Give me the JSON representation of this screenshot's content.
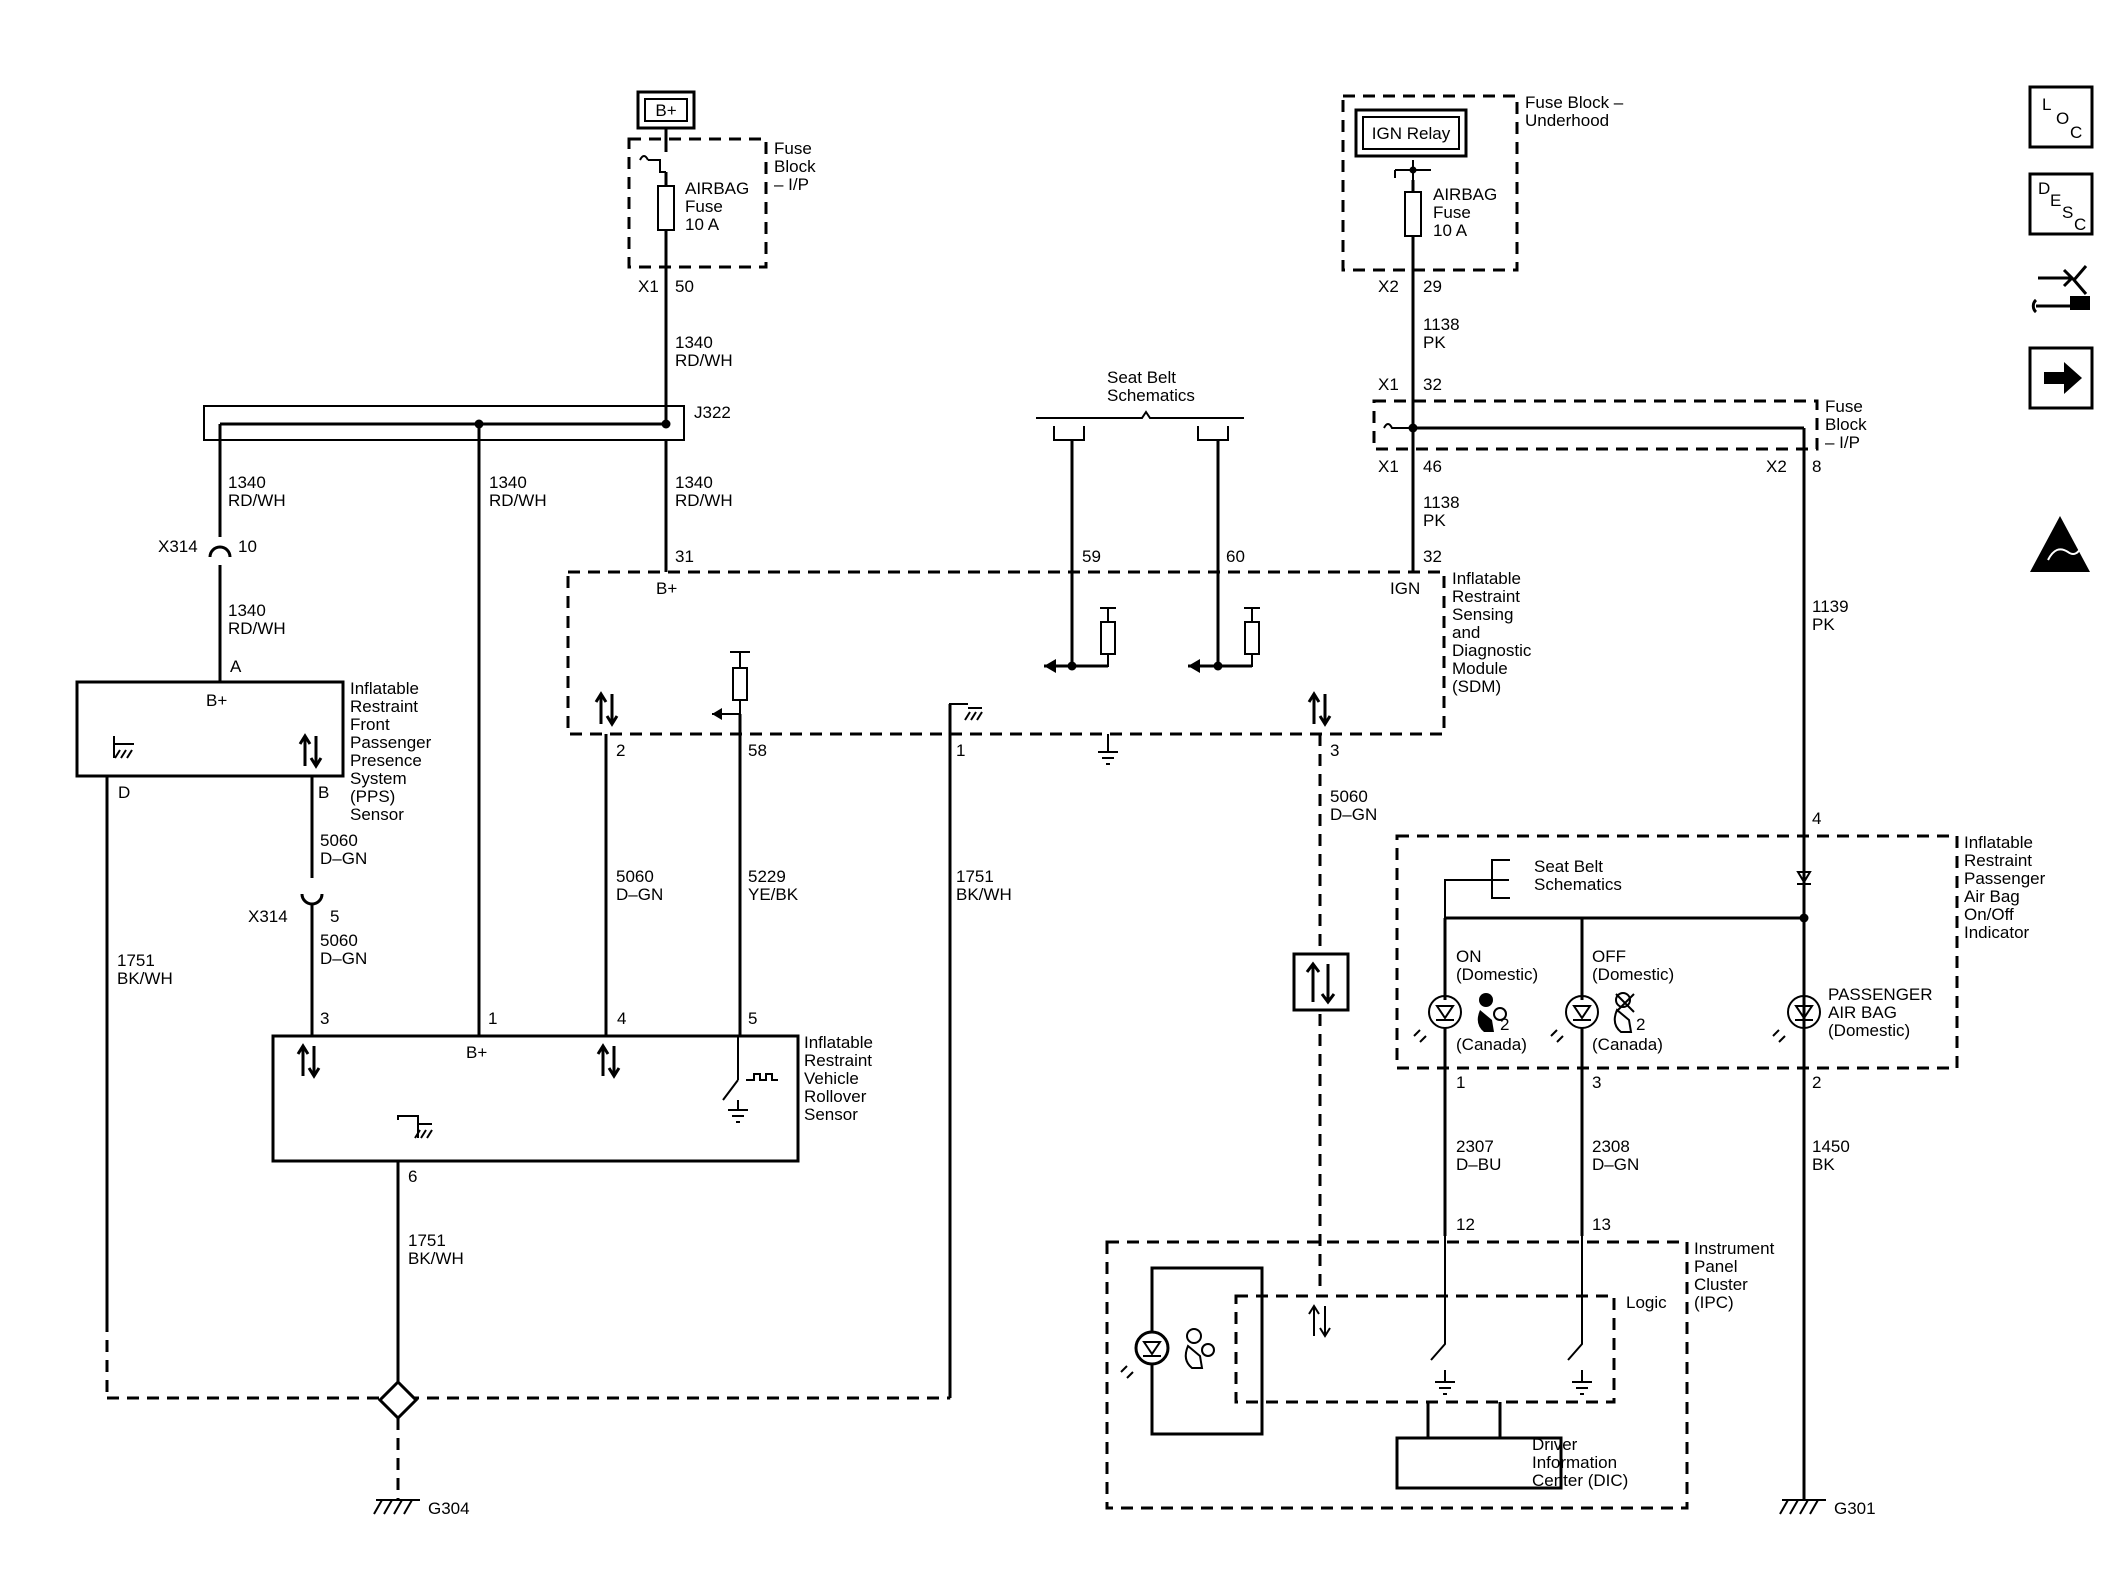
{
  "sources": {
    "batt": "B+",
    "ign_relay": "IGN Relay"
  },
  "fuse_ip": {
    "title": [
      "Fuse",
      "Block",
      "– I/P"
    ],
    "fuse": [
      "AIRBAG",
      "Fuse",
      "10 A"
    ],
    "conn": "X1",
    "pin": "50"
  },
  "fuse_uh": {
    "title": [
      "Fuse Block –",
      "Underhood"
    ],
    "fuse": [
      "AIRBAG",
      "Fuse",
      "10 A"
    ],
    "conn": "X2",
    "pin": "29"
  },
  "fuse_ip2": {
    "title": [
      "Fuse",
      "Block",
      "– I/P"
    ],
    "x1": "X1",
    "pin32": "32",
    "pin46": "46",
    "x2": "X2",
    "pin8": "8"
  },
  "wires": {
    "w1340": [
      "1340",
      "RD/WH"
    ],
    "w1138": [
      "1138",
      "PK"
    ],
    "w1139": [
      "1139",
      "PK"
    ],
    "w5060": [
      "5060",
      "D–GN"
    ],
    "w5229": [
      "5229",
      "YE/BK"
    ],
    "w1751": [
      "1751",
      "BK/WH"
    ],
    "w2307": [
      "2307",
      "D–BU"
    ],
    "w2308": [
      "2308",
      "D–GN"
    ],
    "w1450": [
      "1450",
      "BK"
    ]
  },
  "splice": "J322",
  "inline": {
    "name": "X314",
    "pin10": "10",
    "pin5": "5"
  },
  "seatbelt": [
    "Seat Belt",
    "Schematics"
  ],
  "sdm": {
    "title": [
      "Inflatable",
      "Restraint",
      "Sensing",
      "and",
      "Diagnostic",
      "Module",
      "(SDM)"
    ],
    "bplus": "B+",
    "ign": "IGN",
    "pins": {
      "p31": "31",
      "p32": "32",
      "p59": "59",
      "p60": "60",
      "p2": "2",
      "p58": "58",
      "p1": "1",
      "p3": "3"
    }
  },
  "pps": {
    "title": [
      "Inflatable",
      "Restraint",
      "Front",
      "Passenger",
      "Presence",
      "System",
      "(PPS)",
      "Sensor"
    ],
    "bplus": "B+",
    "pinA": "A",
    "pinB": "B",
    "pinD": "D"
  },
  "rollover": {
    "title": [
      "Inflatable",
      "Restraint",
      "Vehicle",
      "Rollover",
      "Sensor"
    ],
    "bplus": "B+",
    "p3": "3",
    "p1": "1",
    "p4": "4",
    "p5": "5",
    "p6": "6"
  },
  "indicator": {
    "title": [
      "Inflatable",
      "Restraint",
      "Passenger",
      "Air Bag",
      "On/Off",
      "Indicator"
    ],
    "on": [
      "ON",
      "(Domestic)"
    ],
    "off": [
      "OFF",
      "(Domestic)"
    ],
    "canada": "(Canada)",
    "two": "2",
    "passenger": [
      "PASSENGER",
      "AIR BAG",
      "(Domestic)"
    ],
    "p4": "4",
    "p1": "1",
    "p3": "3",
    "p2": "2"
  },
  "ipc": {
    "title": [
      "Instrument",
      "Panel",
      "Cluster",
      "(IPC)"
    ],
    "logic": "Logic",
    "p12": "12",
    "p13": "13",
    "dic": [
      "Driver",
      "Information",
      "Center (DIC)"
    ]
  },
  "grounds": {
    "g304": "G304",
    "g301": "G301"
  },
  "side_icons": {
    "loc": [
      "L",
      "O",
      "C"
    ],
    "desc": [
      "D",
      "E",
      "S",
      "C"
    ],
    "items": [
      "loc-icon",
      "desc-icon",
      "connector-wrench-icon",
      "next-arrow-icon",
      "esd-warning-icon"
    ]
  }
}
